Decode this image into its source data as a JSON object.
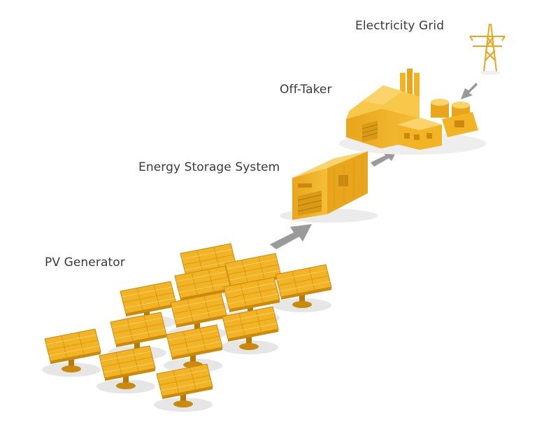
{
  "diagram": {
    "nodes": [
      {
        "id": "grid",
        "label": "Electricity Grid",
        "icon": "transmission-tower-icon"
      },
      {
        "id": "offtaker",
        "label": "Off-Taker",
        "icon": "factory-icon"
      },
      {
        "id": "ess",
        "label": "Energy Storage System",
        "icon": "storage-container-icon"
      },
      {
        "id": "pv",
        "label": "PV Generator",
        "icon": "solar-panel-icon"
      }
    ],
    "edges": [
      {
        "from": "pv",
        "to": "ess"
      },
      {
        "from": "ess",
        "to": "offtaker"
      },
      {
        "from": "grid",
        "to": "offtaker"
      }
    ],
    "colors": {
      "accent": "#F2B324",
      "accent_dark": "#C98A0E",
      "accent_light": "#F9CF5A",
      "arrow": "#9A9A9A",
      "shadow": "#E4E4E4",
      "text": "#3A3A3A"
    }
  }
}
